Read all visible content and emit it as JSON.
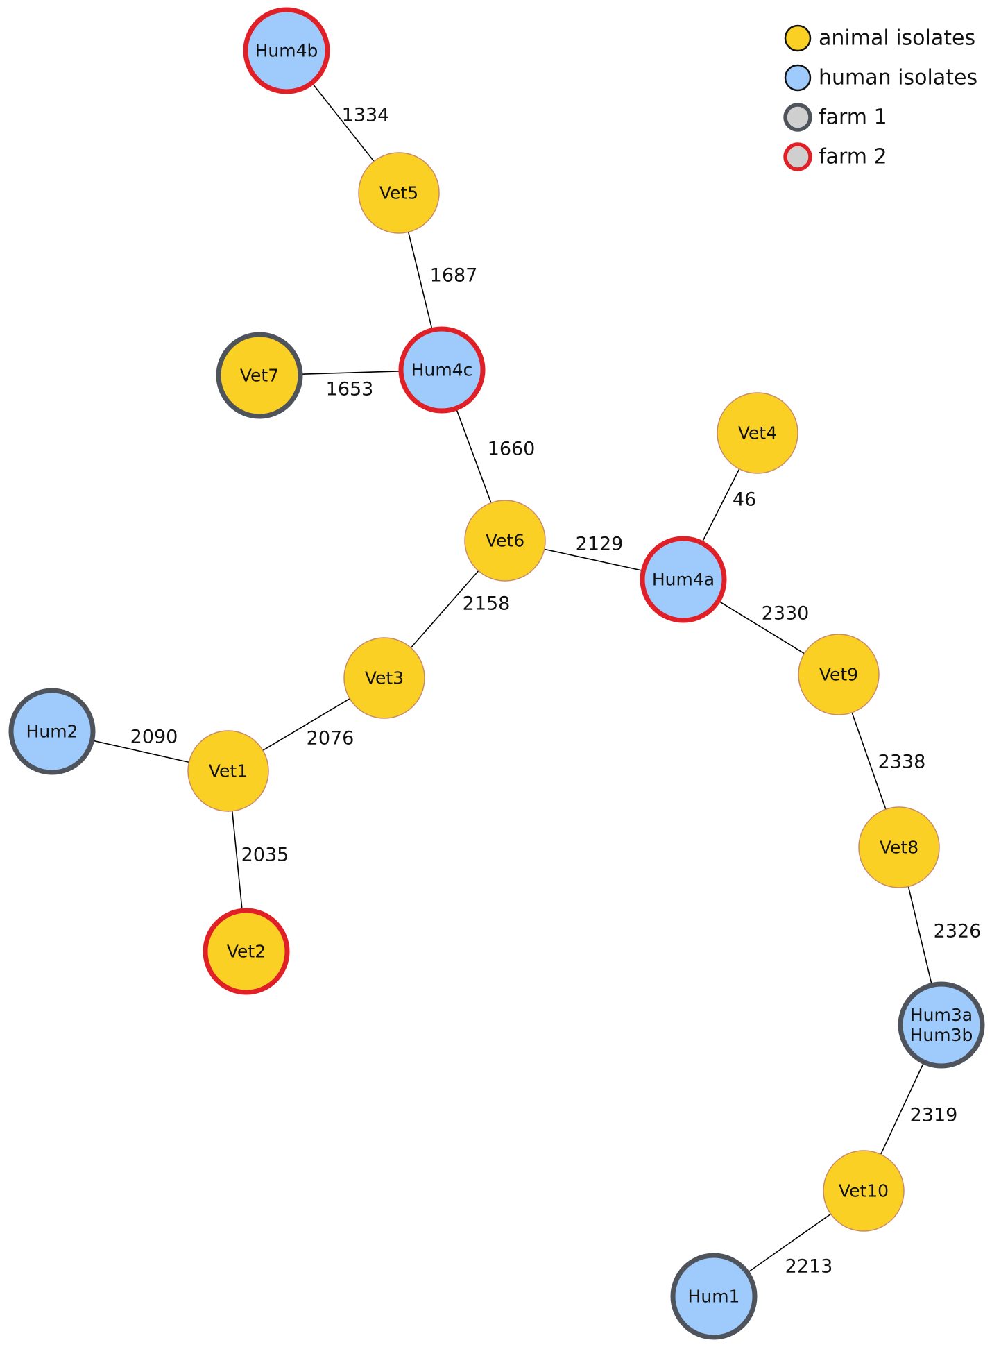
{
  "colors": {
    "animal": "#fbd024",
    "human": "#9ecbfb",
    "thin_border": "#c88a6a",
    "farm1": "#4f545c",
    "farm2": "#e01f26",
    "legend_fill": "#cfcfcf"
  },
  "legend": [
    {
      "label": "animal isolates",
      "kind": "animal"
    },
    {
      "label": "human isolates",
      "kind": "human"
    },
    {
      "label": "farm 1",
      "kind": "farm1"
    },
    {
      "label": "farm 2",
      "kind": "farm2"
    }
  ],
  "nodes": [
    {
      "id": "Hum4b",
      "lines": [
        "Hum4b"
      ],
      "kind": "human",
      "farm": "farm2"
    },
    {
      "id": "Vet5",
      "lines": [
        "Vet5"
      ],
      "kind": "animal",
      "farm": ""
    },
    {
      "id": "Hum4c",
      "lines": [
        "Hum4c"
      ],
      "kind": "human",
      "farm": "farm2"
    },
    {
      "id": "Vet7",
      "lines": [
        "Vet7"
      ],
      "kind": "animal",
      "farm": "farm1"
    },
    {
      "id": "Vet4",
      "lines": [
        "Vet4"
      ],
      "kind": "animal",
      "farm": ""
    },
    {
      "id": "Vet6",
      "lines": [
        "Vet6"
      ],
      "kind": "animal",
      "farm": ""
    },
    {
      "id": "Hum4a",
      "lines": [
        "Hum4a"
      ],
      "kind": "human",
      "farm": "farm2"
    },
    {
      "id": "Vet3",
      "lines": [
        "Vet3"
      ],
      "kind": "animal",
      "farm": ""
    },
    {
      "id": "Vet9",
      "lines": [
        "Vet9"
      ],
      "kind": "animal",
      "farm": ""
    },
    {
      "id": "Hum2",
      "lines": [
        "Hum2"
      ],
      "kind": "human",
      "farm": "farm1"
    },
    {
      "id": "Vet1",
      "lines": [
        "Vet1"
      ],
      "kind": "animal",
      "farm": ""
    },
    {
      "id": "Vet8",
      "lines": [
        "Vet8"
      ],
      "kind": "animal",
      "farm": ""
    },
    {
      "id": "Vet2",
      "lines": [
        "Vet2"
      ],
      "kind": "animal",
      "farm": "farm2"
    },
    {
      "id": "Hum3",
      "lines": [
        "Hum3a",
        "Hum3b"
      ],
      "kind": "human",
      "farm": "farm1"
    },
    {
      "id": "Vet10",
      "lines": [
        "Vet10"
      ],
      "kind": "animal",
      "farm": ""
    },
    {
      "id": "Hum1",
      "lines": [
        "Hum1"
      ],
      "kind": "human",
      "farm": "farm1"
    }
  ],
  "edges": [
    {
      "from": "Hum4b",
      "to": "Vet5",
      "label": "1334"
    },
    {
      "from": "Vet5",
      "to": "Hum4c",
      "label": "1687"
    },
    {
      "from": "Vet7",
      "to": "Hum4c",
      "label": "1653"
    },
    {
      "from": "Hum4c",
      "to": "Vet6",
      "label": "1660"
    },
    {
      "from": "Vet4",
      "to": "Hum4a",
      "label": "46"
    },
    {
      "from": "Vet6",
      "to": "Hum4a",
      "label": "2129"
    },
    {
      "from": "Vet6",
      "to": "Vet3",
      "label": "2158"
    },
    {
      "from": "Hum4a",
      "to": "Vet9",
      "label": "2330"
    },
    {
      "from": "Vet3",
      "to": "Vet1",
      "label": "2076"
    },
    {
      "from": "Hum2",
      "to": "Vet1",
      "label": "2090"
    },
    {
      "from": "Vet1",
      "to": "Vet2",
      "label": "2035"
    },
    {
      "from": "Vet9",
      "to": "Vet8",
      "label": "2338"
    },
    {
      "from": "Vet8",
      "to": "Hum3",
      "label": "2326"
    },
    {
      "from": "Hum3",
      "to": "Vet10",
      "label": "2319"
    },
    {
      "from": "Vet10",
      "to": "Hum1",
      "label": "2213"
    }
  ]
}
